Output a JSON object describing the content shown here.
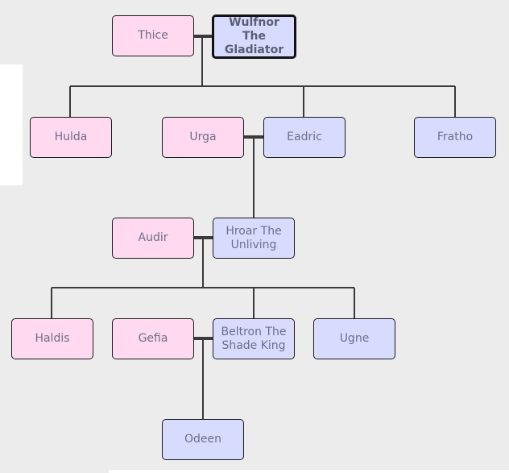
{
  "colors": {
    "background": "#ececec",
    "female_box": "#ffd9ef",
    "male_box": "#d7dcff",
    "connector": "#3a3a3a",
    "text": "#6e6e8a"
  },
  "people": {
    "thice": "Thice",
    "wulfnor": "Wulfnor The Gladiator",
    "hulda": "Hulda",
    "urga": "Urga",
    "eadric": "Eadric",
    "fratho": "Fratho",
    "audir": "Audir",
    "hroar": "Hroar The Unliving",
    "haldis": "Haldis",
    "gefia": "Gefia",
    "beltron": "Beltron The Shade King",
    "ugne": "Ugne",
    "odeen": "Odeen"
  }
}
